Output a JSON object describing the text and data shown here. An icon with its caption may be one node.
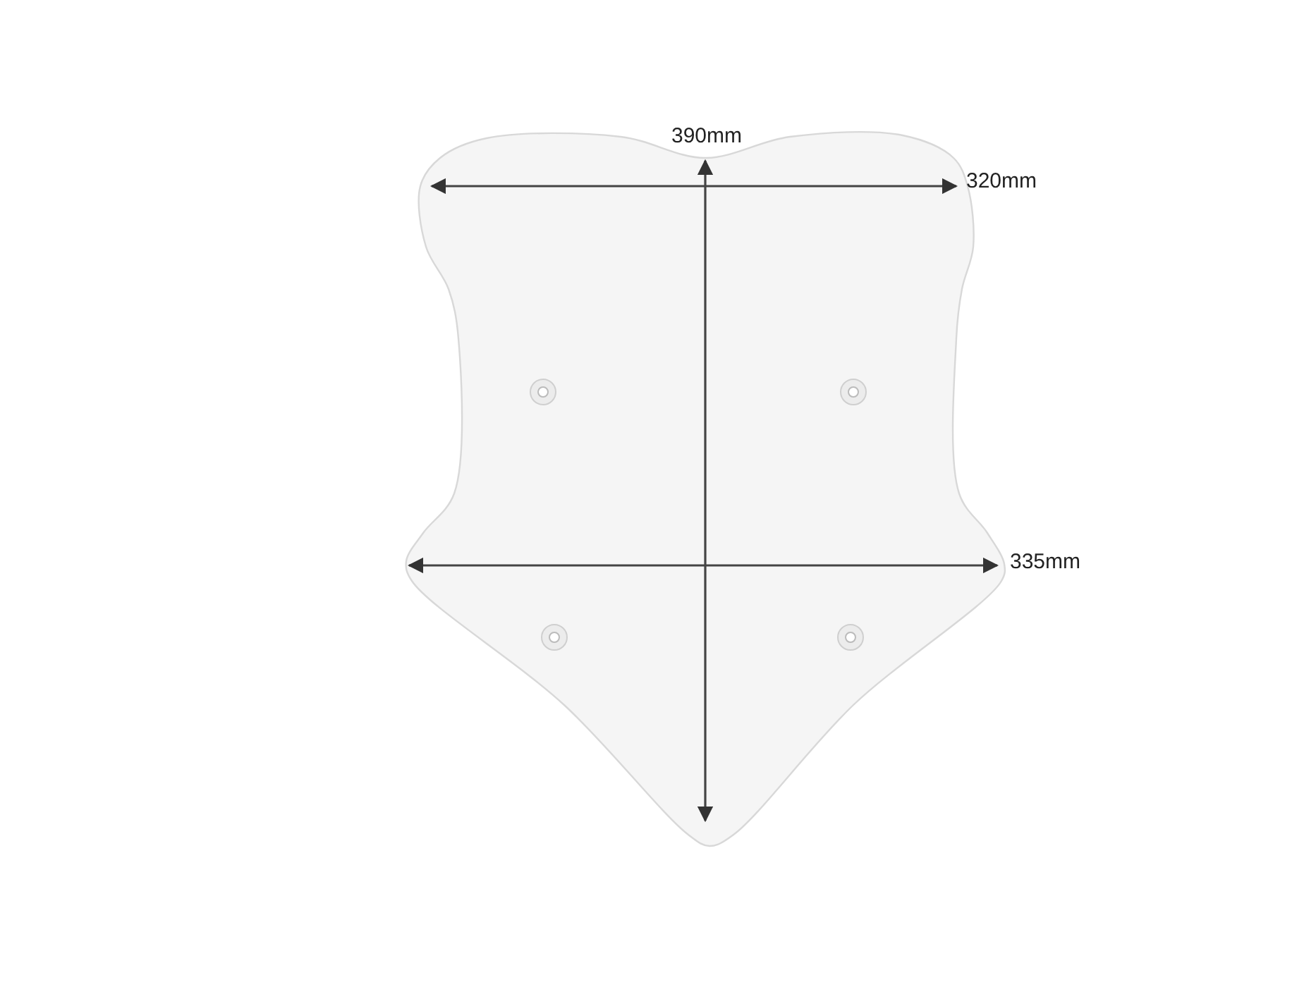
{
  "diagram": {
    "labels": [
      "390mm",
      "320mm",
      "335mm"
    ]
  }
}
